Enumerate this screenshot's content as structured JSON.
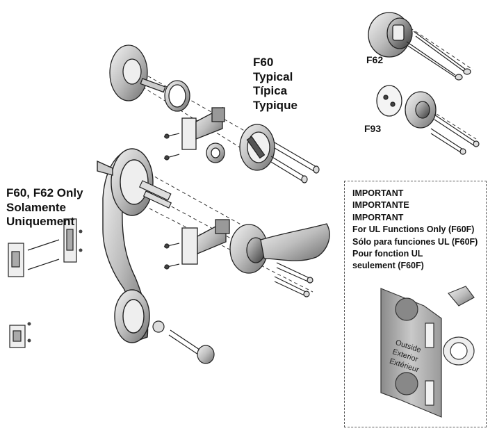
{
  "labels": {
    "f60": [
      "F60",
      "Typical",
      "Típica",
      "Typique"
    ],
    "f62": "F62",
    "f93": "F93",
    "f60_f62_only": [
      "F60, F62 Only",
      "Solamente",
      "Uniquement"
    ]
  },
  "important_box": {
    "lines": [
      "IMPORTANT",
      "IMPORTANTE",
      "IMPORTANT",
      "For UL Functions Only (F60F)",
      "Sólo para funciones UL (F60F)",
      "Pour fonction UL",
      "seulement (F60F)"
    ],
    "door_jamb_text": [
      "Outside",
      "Exterior",
      "Extérieur"
    ]
  }
}
